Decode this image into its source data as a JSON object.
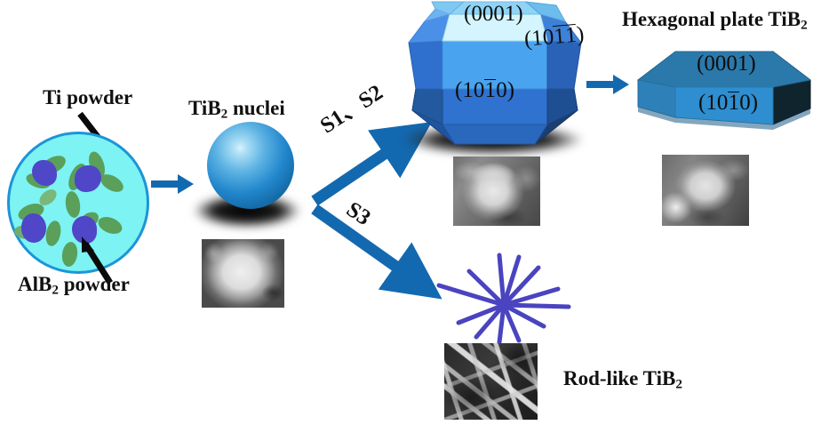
{
  "figure": {
    "type": "process-schematic",
    "subject": "TiB2 crystal growth morphology evolution"
  },
  "labels": {
    "ti_powder": "Ti powder",
    "alb2_powder_pre": "AlB",
    "alb2_powder_sub": "2",
    "alb2_powder_post": " powder",
    "nuclei_pre": "TiB",
    "nuclei_sub": "2",
    "nuclei_post": " nuclei",
    "hex_plate_pre": "Hexagonal  plate TiB",
    "hex_plate_sub": "2",
    "rod_like_pre": "Rod-like TiB",
    "rod_like_sub": "2"
  },
  "steps": {
    "upper": "S1、S2",
    "lower": "S3"
  },
  "facets": {
    "basal": "(0001)",
    "prism_pre": "(10",
    "prism_bar": "1",
    "prism_post": "0)",
    "pyramidal_pre": "(10",
    "pyramidal_bar1": "1",
    "pyramidal_bar2": "1",
    "pyramidal_post": ")",
    "plate_basal": "(0001)",
    "plate_prism_pre": "(10",
    "plate_prism_bar": "1",
    "plate_prism_post": "0)"
  },
  "colors": {
    "arrow_blue": "#1369b0",
    "circle_fill": "#7df3f3",
    "circle_stroke": "#1b95d8",
    "ti_green": "#5aa05a",
    "alb2_purple": "#4f46c8",
    "sphere_blue": "#1f7fc4",
    "sphere_highlight": "#a8ddf5",
    "facet_light": "#c9f2fb",
    "facet_mid": "#4aa3ef",
    "facet_dark": "#2a6fc9",
    "facet_darker": "#1d4f9e",
    "plate_top": "#2b79ab",
    "plate_front": "#2e8ed0",
    "plate_left": "#2e81b8",
    "plate_side_dark": "#10242e",
    "rod_purple": "#4a44c0",
    "text_black": "#111111"
  },
  "sem_images": [
    {
      "name": "nucleus-particle",
      "caption": ""
    },
    {
      "name": "polyhedral-crystal",
      "caption": ""
    },
    {
      "name": "hexagonal-platelet",
      "caption": ""
    },
    {
      "name": "rod-whiskers",
      "caption": ""
    }
  ],
  "star": {
    "rod_count": 12
  }
}
